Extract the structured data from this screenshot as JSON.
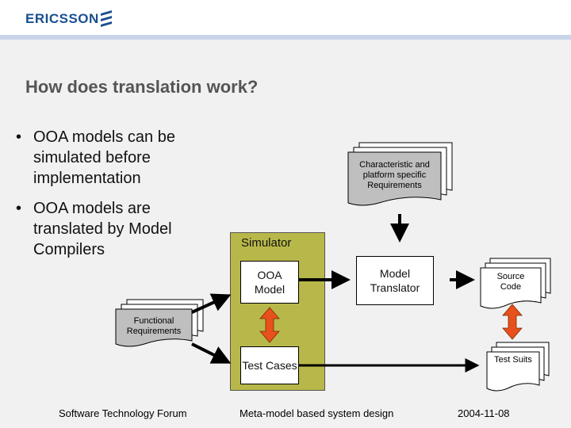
{
  "header": {
    "logo_text": "ERICSSON",
    "logo_mark": "ericsson-stripes"
  },
  "title": "How does translation work?",
  "bullets": [
    {
      "symbol": "•",
      "text": "OOA models can be simulated before implementation"
    },
    {
      "symbol": "•",
      "text": "OOA models are translated by Model Compilers"
    }
  ],
  "diagram": {
    "characteristic_doc": "Characteristic and platform specific Requirements",
    "functional_doc": "Functional Requirements",
    "simulator_label": "Simulator",
    "ooa_model": "OOA Model",
    "test_cases": "Test Cases",
    "model_translator": "Model Translator",
    "source_code_doc": "Source Code",
    "test_suits_doc": "Test Suits"
  },
  "footer": {
    "left": "Software Technology Forum",
    "center": "Meta-model based system design",
    "right": "2004-11-08"
  },
  "colors": {
    "brand": "#1a4f8f",
    "simulator_fill": "#b8b84a",
    "arrow_double": "#e8501c",
    "title": "#555555"
  }
}
